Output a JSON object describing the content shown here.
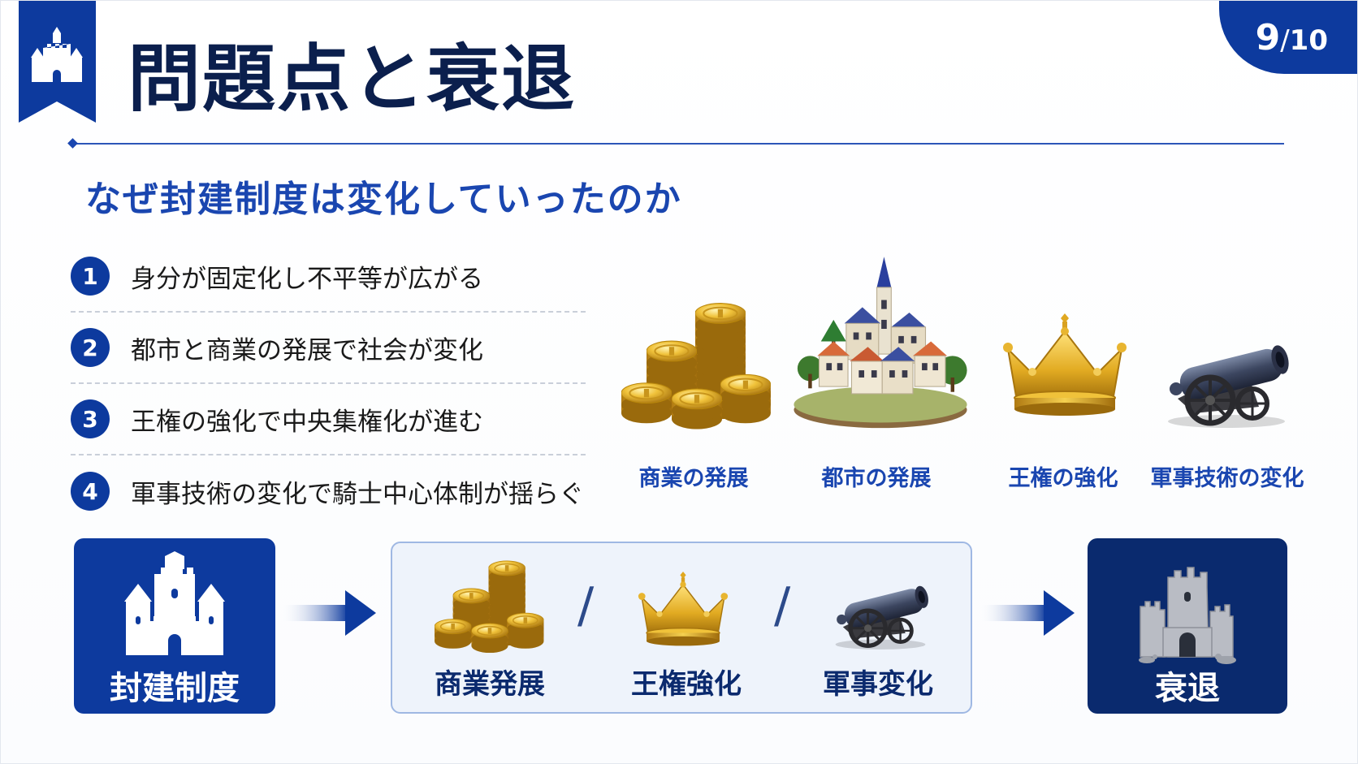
{
  "slide": {
    "page_current": "9",
    "page_separator": "/",
    "page_total": "10",
    "title": "問題点と衰退",
    "subtitle": "なぜ封建制度は変化していったのか"
  },
  "points": [
    {
      "num": "1",
      "text": "身分が固定化し不平等が広がる"
    },
    {
      "num": "2",
      "text": "都市と商業の発展で社会が変化"
    },
    {
      "num": "3",
      "text": "王権の強化で中央集権化が進む"
    },
    {
      "num": "4",
      "text": "軍事技術の変化で騎士中心体制が揺らぐ"
    }
  ],
  "icons": [
    {
      "name": "coins-icon",
      "label": "商業の発展"
    },
    {
      "name": "town-icon",
      "label": "都市の発展"
    },
    {
      "name": "crown-icon",
      "label": "王権の強化"
    },
    {
      "name": "cannon-icon",
      "label": "軍事技術の変化"
    }
  ],
  "flow": {
    "start_label": "封建制度",
    "middle": [
      {
        "name": "coins-icon",
        "label": "商業発展"
      },
      {
        "name": "crown-icon",
        "label": "王権強化"
      },
      {
        "name": "cannon-icon",
        "label": "軍事変化"
      }
    ],
    "slash": "/",
    "end_label": "衰退"
  },
  "colors": {
    "navy": "#0d3a9e",
    "dark_navy": "#0a2a6e",
    "accent_blue": "#1a46b0",
    "title_text": "#0b1f4d",
    "gold": "#e0b02a"
  }
}
